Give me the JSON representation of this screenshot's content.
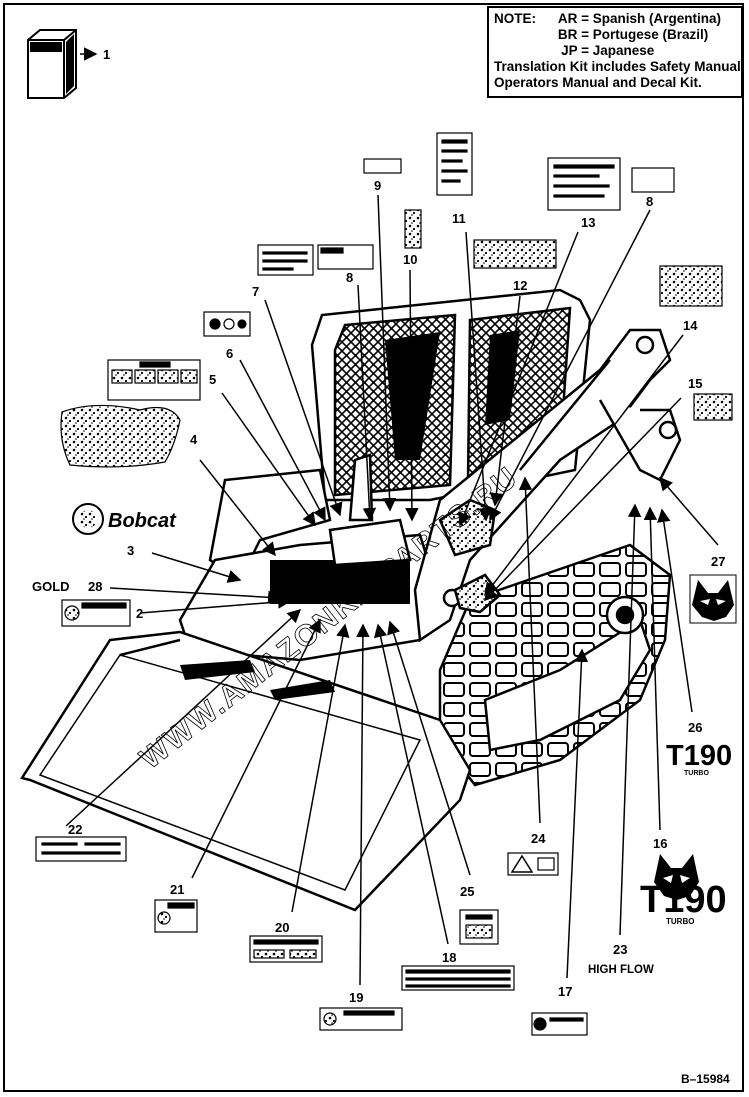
{
  "note": {
    "heading": "NOTE:",
    "entries": [
      {
        "code": "AR =",
        "text": "Spanish (Argentina)"
      },
      {
        "code": "BR =",
        "text": "Portugese (Brazil)"
      },
      {
        "code": "JP =",
        "text": "Japanese"
      }
    ],
    "footnote_line1": "Translation Kit includes Safety Manual,",
    "footnote_line2": "Operators Manual and Decal Kit."
  },
  "callouts": {
    "c1": "1",
    "c2": "2",
    "c3": "3",
    "c4": "4",
    "c5": "5",
    "c6": "6",
    "c7": "7",
    "c8a": "8",
    "c8b": "8",
    "c9": "9",
    "c10": "10",
    "c11": "11",
    "c12": "12",
    "c13": "13",
    "c14": "14",
    "c15": "15",
    "c16": "16",
    "c17": "17",
    "c18": "18",
    "c19": "19",
    "c20": "20",
    "c21": "21",
    "c22": "22",
    "c23": "23",
    "c24": "24",
    "c25": "25",
    "c26": "26",
    "c27": "27",
    "c28": "28"
  },
  "labels": {
    "gold": "GOLD",
    "high_flow": "HIGH FLOW",
    "model_a": "T190",
    "model_a_sub": "TURBO",
    "model_b": "T190",
    "model_b_sub": "TURBO",
    "brand": "Bobcat",
    "figure_id": "B–15984"
  },
  "watermark": "WWW.AMAZONKA-PARTS.RU"
}
